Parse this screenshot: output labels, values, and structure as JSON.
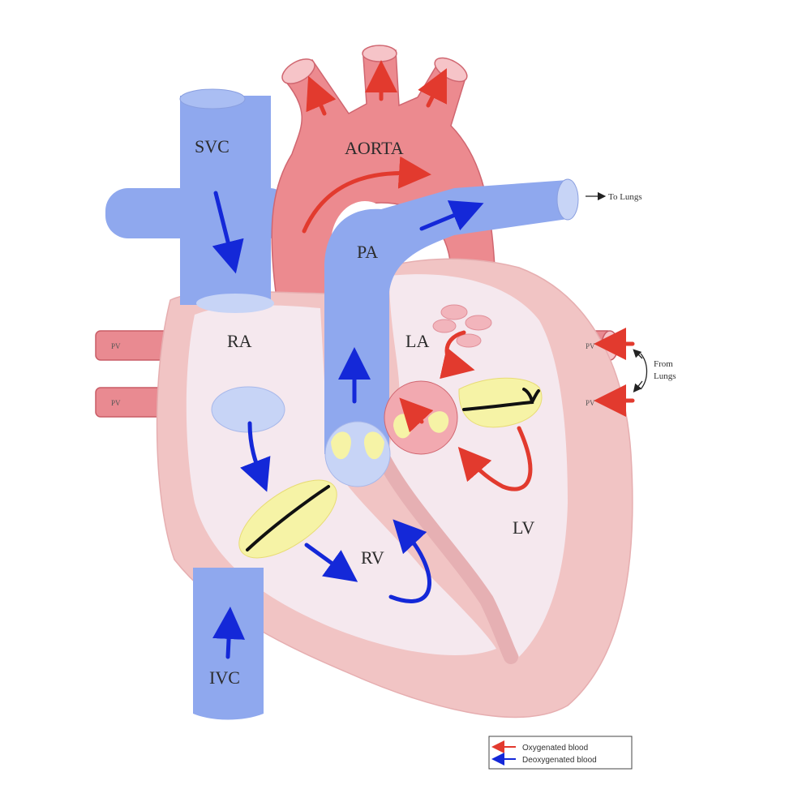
{
  "labels": {
    "svc": "SVC",
    "aorta": "AORTA",
    "pa": "PA",
    "ra": "RA",
    "la": "LA",
    "lv": "LV",
    "rv": "RV",
    "ivc": "IVC",
    "pv_left_top": "PV",
    "pv_left_bottom": "PV",
    "pv_right_top": "PV",
    "pv_right_bottom": "PV",
    "to_lungs": "To Lungs",
    "from_lungs_1": "From",
    "from_lungs_2": "Lungs"
  },
  "legend": {
    "oxygenated": "Oxygenated blood",
    "deoxygenated": "Deoxygenated blood"
  },
  "colors": {
    "oxygenated": "#e23a2e",
    "deoxygenated": "#1428d8",
    "vein_blue": "#8fa8ee",
    "artery_red": "#ec8a8f",
    "heart_wall": "#f1c4c4",
    "chamber": "#f5e8ee",
    "valve": "#f6f3a6"
  }
}
